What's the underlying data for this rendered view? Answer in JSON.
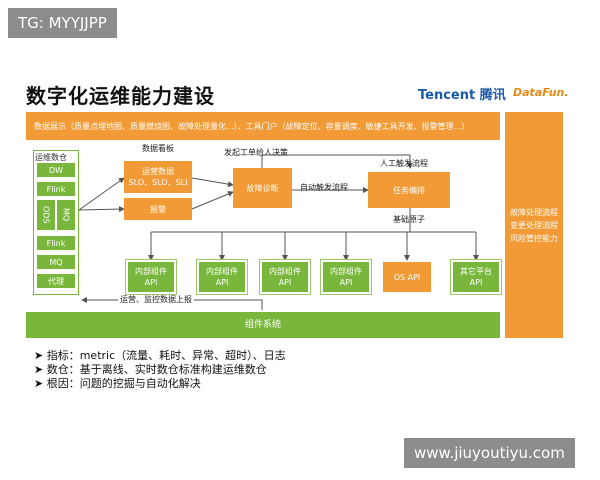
{
  "watermark_top": "TG: MYYJJPP",
  "watermark_bottom": "www.jiuyoutiyu.com",
  "slide_title": "数字化运维能力建设",
  "logos": {
    "tencent": "Tencent 腾讯",
    "datafun": "DataFun."
  },
  "top_bar": "数据展示（质量点埋地图、质量燃烧图、故障处理量化...）、工具门户（故障定位、容量调度、敏捷工具开发、报警管理...）",
  "right_bar": [
    "故障处理流程",
    "变更处理流程",
    "风险管控能力"
  ],
  "left_panel": {
    "title": "运维数仓",
    "items": [
      "DW",
      "Flink",
      "ODS",
      "MQ",
      "Flink",
      "MQ",
      "代理"
    ]
  },
  "labels": {
    "data_board": "数据看板",
    "initiate_ticket": "发起工单给人决策",
    "manual_trigger": "人工触发流程",
    "auto_trigger": "自动触发流程",
    "base_atoms": "基础原子",
    "report": "运营、监控数据上报"
  },
  "boxes": {
    "ops_data": "运营数据\nSLO、SLO、SLI",
    "alarm": "报警",
    "fault_diag": "故障诊断",
    "task_orch": "任务编排"
  },
  "apis": [
    "内部组件\nAPI",
    "内部组件\nAPI",
    "内部组件\nAPI",
    "内部组件\nAPI",
    "OS API",
    "其它平台\nAPI"
  ],
  "bottom_bar": "组件系统",
  "bullets": [
    "指标：metric（流量、耗时、异常、超时）、日志",
    "数仓：基于离线、实时数仓标准构建运维数仓",
    "根因：问题的挖掘与自动化解决"
  ],
  "colors": {
    "orange": "#f29a35",
    "green": "#79b73c"
  }
}
